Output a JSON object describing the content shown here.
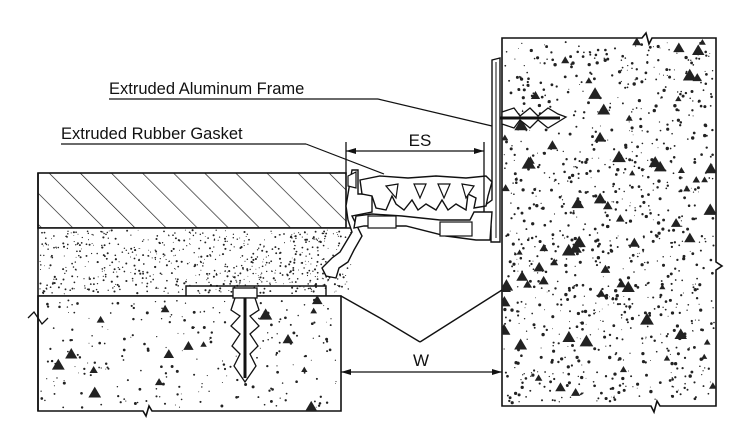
{
  "labels": {
    "aluminum_frame": "Extruded Aluminum Frame",
    "rubber_gasket": "Extruded Rubber Gasket",
    "es_dimension": "ES",
    "w_dimension": "W"
  },
  "colors": {
    "line": "#111111",
    "background": "#ffffff",
    "speckle": "#222222"
  }
}
